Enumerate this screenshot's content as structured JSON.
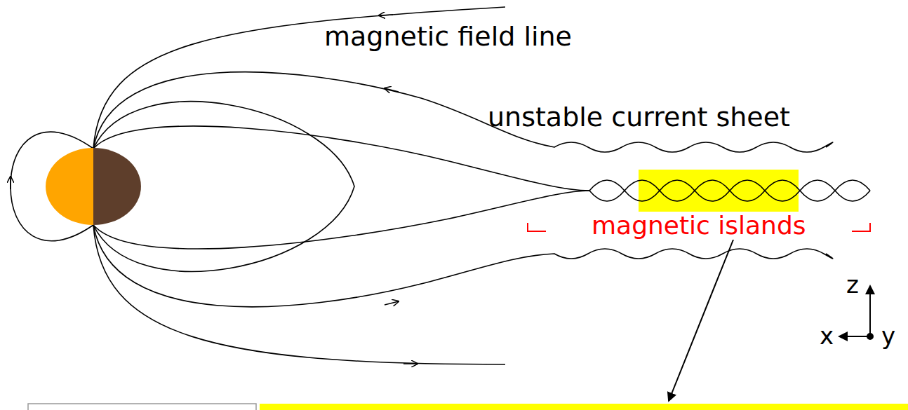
{
  "diagram": {
    "labels": [
      "magnetic field line",
      "unstable current sheet",
      "magnetic islands",
      "z",
      "x",
      "y"
    ]
  }
}
